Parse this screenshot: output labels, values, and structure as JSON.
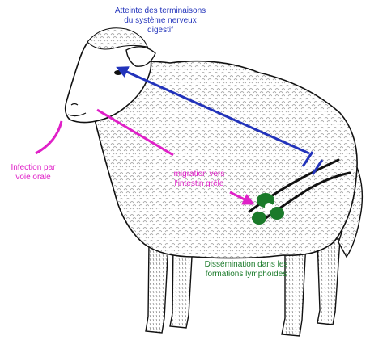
{
  "labels": {
    "nerve_endings": "Atteinte des terminaisons\ndu système nerveux\ndigestif",
    "oral_infection": "Infection par\nvoie orale",
    "migration": "migration vers\nl'intestin grêle",
    "dissemination": "Dissémination dans les\nformations lymphoïdes"
  },
  "colors": {
    "nerve": "#2233bb",
    "infection": "#e020c8",
    "lymphoid": "#1a7a2a",
    "outline": "#111111"
  }
}
